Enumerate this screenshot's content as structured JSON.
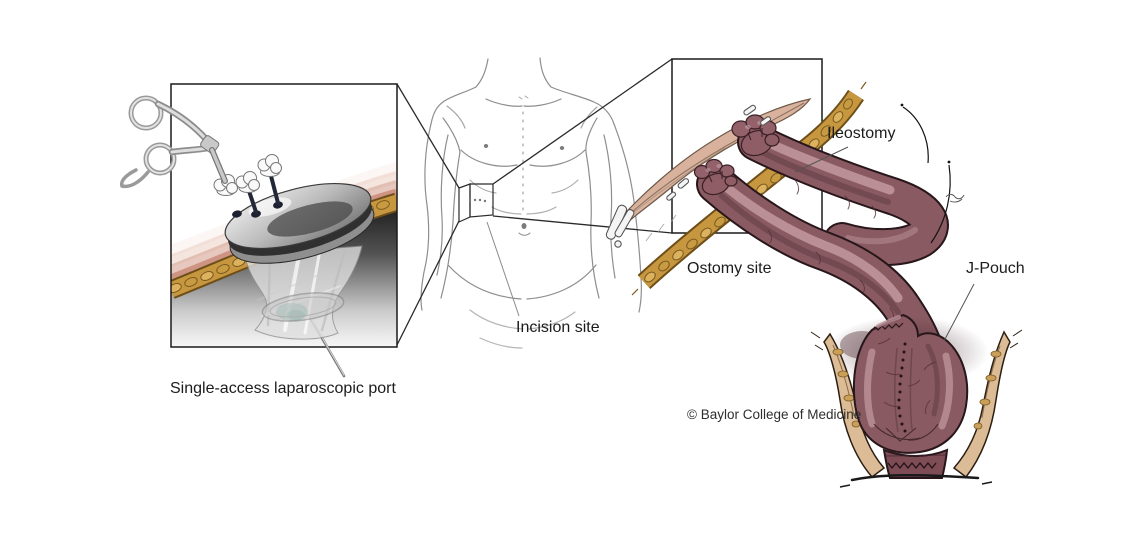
{
  "illustration": {
    "type": "surgical-medical-illustration",
    "credit": "© Baylor College of Medicine",
    "panels": {
      "left_inset": {
        "caption": "Single-access laparoscopic port"
      },
      "torso": {
        "incision_label": "Incision site"
      },
      "right_inset": {
        "ileostomy_label": "Ileostomy",
        "ostomy_site_label": "Ostomy site",
        "j_pouch_label": "J-Pouch"
      }
    },
    "colors": {
      "background": "#ffffff",
      "outline": "#1a1a1a",
      "sketch_gray": "#8e8e8e",
      "skin": "#d8b29c",
      "skin_deep": "#c4826e",
      "fat": "#c6973f",
      "fat_dark": "#6e4f1a",
      "bowel": "#8a5a62",
      "bowel_dark": "#5e3a42",
      "bowel_outline": "#27161a",
      "pelvic_wall": "#dcbb97",
      "port_metal": "#9a9a9a",
      "port_teal": "#7fb5a8"
    }
  }
}
